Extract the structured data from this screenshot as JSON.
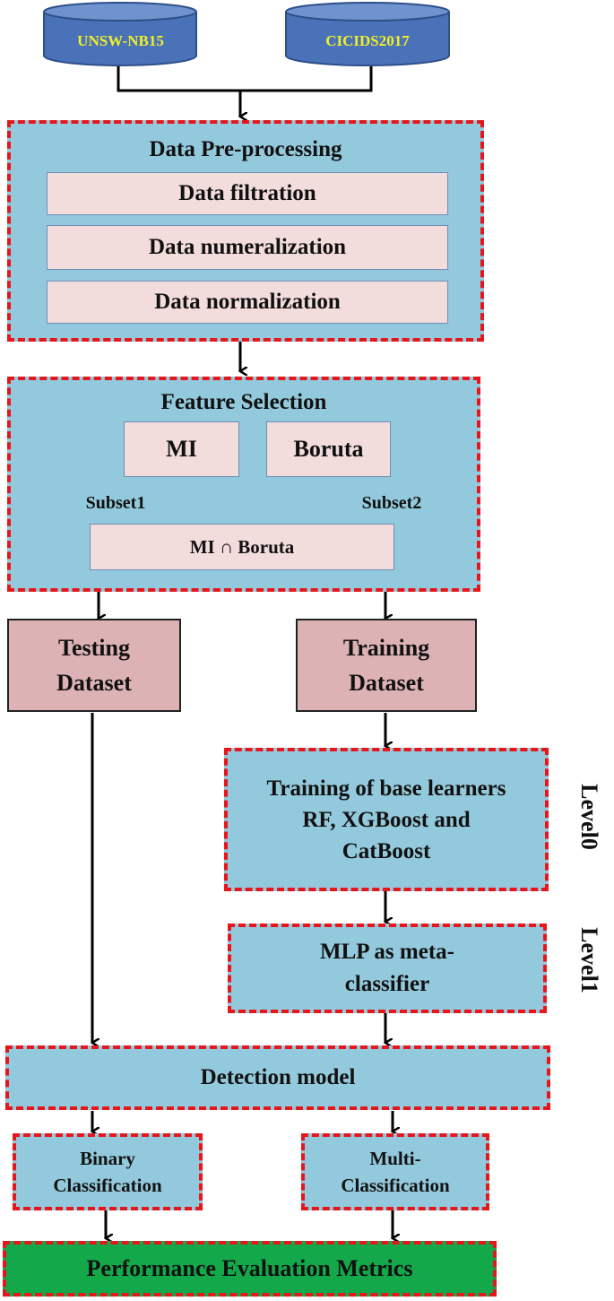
{
  "datasets": {
    "left": "UNSW-NB15",
    "right": "CICIDS2017",
    "label_color": "#f0ee29",
    "cylinder_color": "#4a72b8"
  },
  "preprocessing": {
    "title": "Data Pre-processing",
    "steps": [
      "Data filtration",
      "Data numeralization",
      "Data normalization"
    ]
  },
  "feature_selection": {
    "title": "Feature Selection",
    "mi": "MI",
    "boruta": "Boruta",
    "subset1": "Subset1",
    "subset2": "Subset2",
    "intersection": "MI ∩ Boruta"
  },
  "split": {
    "testing": "Testing Dataset",
    "training": "Training Dataset"
  },
  "level0": {
    "box": "Training of base learners RF, XGBoost and CatBoost",
    "label": "Level0"
  },
  "level1": {
    "box": "MLP as meta-classifier",
    "label": "Level1"
  },
  "detection": "Detection model",
  "outputs": {
    "binary": "Binary Classification",
    "multi": "Multi-Classification"
  },
  "metrics": "Performance Evaluation Metrics",
  "colors": {
    "group_fill": "#93c9dc",
    "dash_border": "#e8161a",
    "step_fill": "#f3dcdc",
    "dataset_fill": "#ddb2b4",
    "metrics_fill": "#13a84a"
  }
}
